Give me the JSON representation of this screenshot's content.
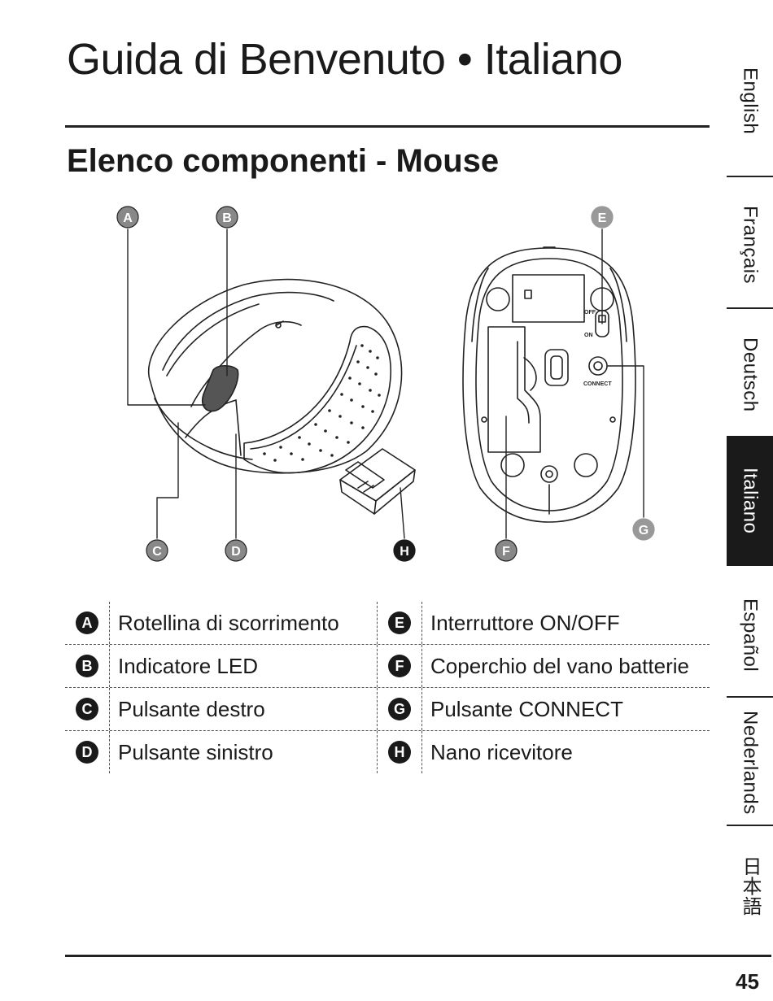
{
  "header": {
    "title": "Guida di Benvenuto • Italiano",
    "subtitle": "Elenco componenti - Mouse"
  },
  "figure_callouts": {
    "a": "A",
    "b": "B",
    "c": "C",
    "d": "D",
    "e": "E",
    "f": "F",
    "g": "G",
    "h": "H"
  },
  "figure_labels": {
    "off": "OFF",
    "on": "ON",
    "connect": "CONNECT"
  },
  "parts": [
    {
      "left_letter": "A",
      "left_label": "Rotellina di scorrimento",
      "right_letter": "E",
      "right_label": "Interruttore ON/OFF"
    },
    {
      "left_letter": "B",
      "left_label": "Indicatore LED",
      "right_letter": "F",
      "right_label": "Coperchio del vano batterie"
    },
    {
      "left_letter": "C",
      "left_label": "Pulsante destro",
      "right_letter": "G",
      "right_label": "Pulsante CONNECT"
    },
    {
      "left_letter": "D",
      "left_label": "Pulsante sinistro",
      "right_letter": "H",
      "right_label": "Nano ricevitore"
    }
  ],
  "languages": [
    {
      "label": "English",
      "active": false
    },
    {
      "label": "Français",
      "active": false
    },
    {
      "label": "Deutsch",
      "active": false
    },
    {
      "label": "Italiano",
      "active": true
    },
    {
      "label": "Español",
      "active": false
    },
    {
      "label": "Nederlands",
      "active": false
    },
    {
      "label": "日本語",
      "active": false
    }
  ],
  "page_number": "45"
}
